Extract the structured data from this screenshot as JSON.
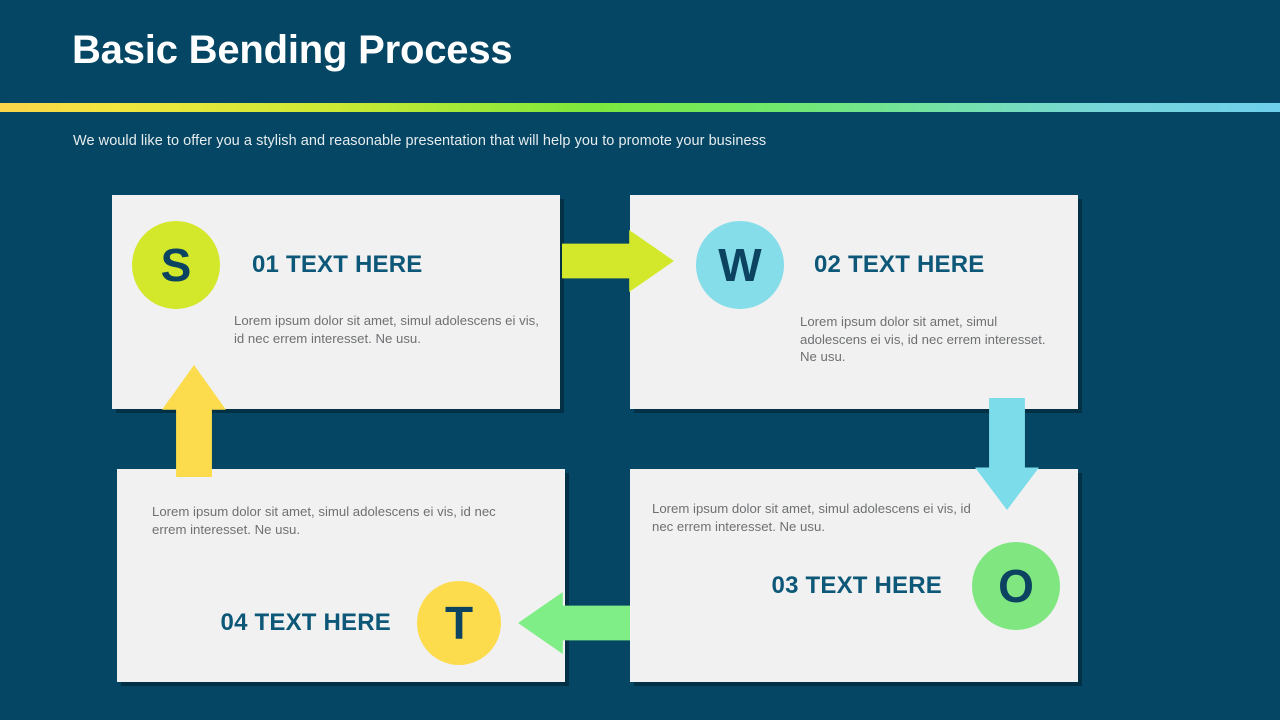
{
  "header": {
    "title": "Basic Bending Process",
    "subtitle": "We would like to offer you a stylish and reasonable presentation that will help you to promote your business"
  },
  "theme": {
    "background": "#044663",
    "card_background": "#F1F1F1",
    "title_color": "#FFFFFF",
    "heading_color": "#0D5878",
    "body_color": "#6E7072",
    "accent_bar_from": "#FBD44A",
    "accent_bar_mid": "#7DE83C",
    "accent_bar_to": "#6FD0EC"
  },
  "steps": [
    {
      "badge_letter": "S",
      "badge_color": "#D4E82B",
      "title": "01 TEXT HERE",
      "body": "Lorem ipsum dolor sit amet, simul adolescens ei vis, id nec errem interesset. Ne usu."
    },
    {
      "badge_letter": "W",
      "badge_color": "#85DDEA",
      "title": "02 TEXT HERE",
      "body": "Lorem ipsum dolor sit amet, simul adolescens ei vis, id nec errem interesset. Ne usu."
    },
    {
      "badge_letter": "O",
      "badge_color": "#80E680",
      "title": "03 TEXT HERE",
      "body": "Lorem ipsum dolor sit amet, simul adolescens ei vis, id nec errem interesset. Ne usu."
    },
    {
      "badge_letter": "T",
      "badge_color": "#FCDC4D",
      "title": "04 TEXT HERE",
      "body": "Lorem ipsum dolor sit amet, simul adolescens ei vis, id nec errem interesset. Ne usu."
    }
  ],
  "connectors": [
    {
      "name": "arrow-right",
      "direction": "right",
      "color": "#D4E82B"
    },
    {
      "name": "arrow-down",
      "direction": "down",
      "color": "#7CDCEA"
    },
    {
      "name": "arrow-left",
      "direction": "left",
      "color": "#80EE87"
    },
    {
      "name": "arrow-up",
      "direction": "up",
      "color": "#FCDC4D"
    }
  ]
}
